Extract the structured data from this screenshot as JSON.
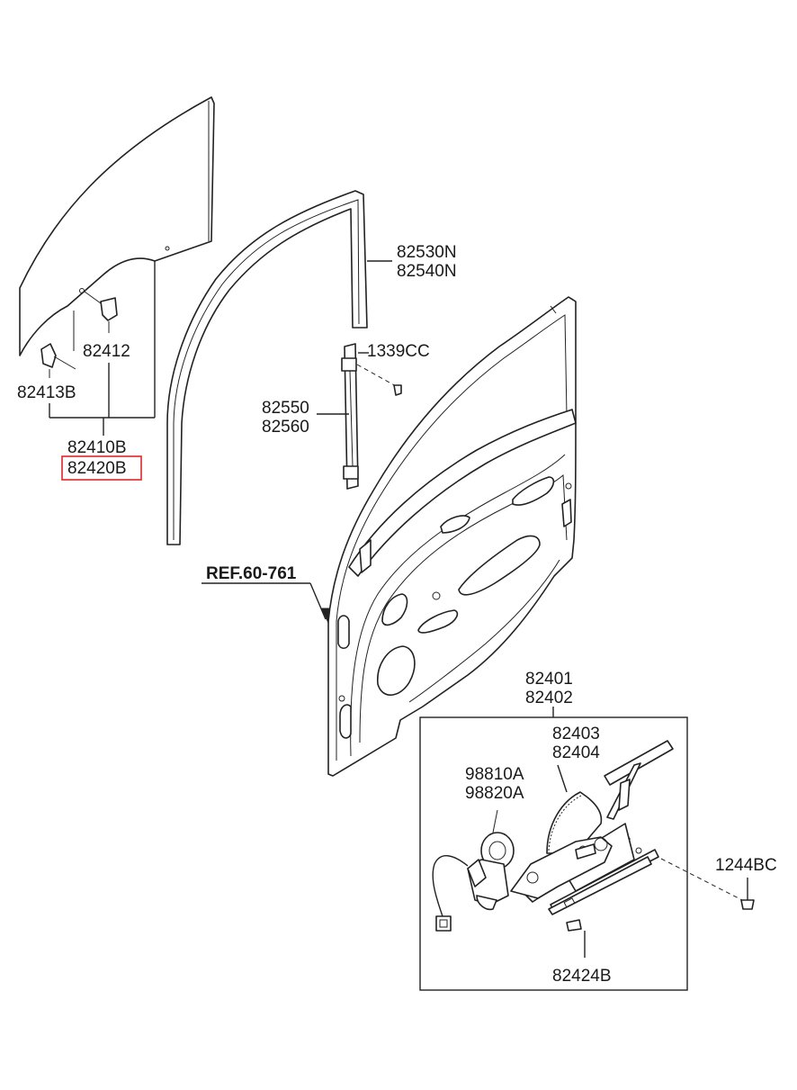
{
  "diagram": {
    "labels": {
      "glass_sash": "82530N",
      "glass_sash_2": "82540N",
      "bolt_1339": "1339CC",
      "channel_a": "82550",
      "channel_b": "82560",
      "clip_82412": "82412",
      "clip_82413b": "82413B",
      "glass_a": "82410B",
      "glass_b": "82420B",
      "ref": "REF.60-761",
      "regulator_a": "82401",
      "regulator_b": "82402",
      "arm_a": "82403",
      "arm_b": "82404",
      "motor_a": "98810A",
      "motor_b": "98820A",
      "bolt_1244": "1244BC",
      "bolt_82424": "82424B"
    },
    "highlight_color": "#e0262b",
    "line_color": "#222222"
  }
}
